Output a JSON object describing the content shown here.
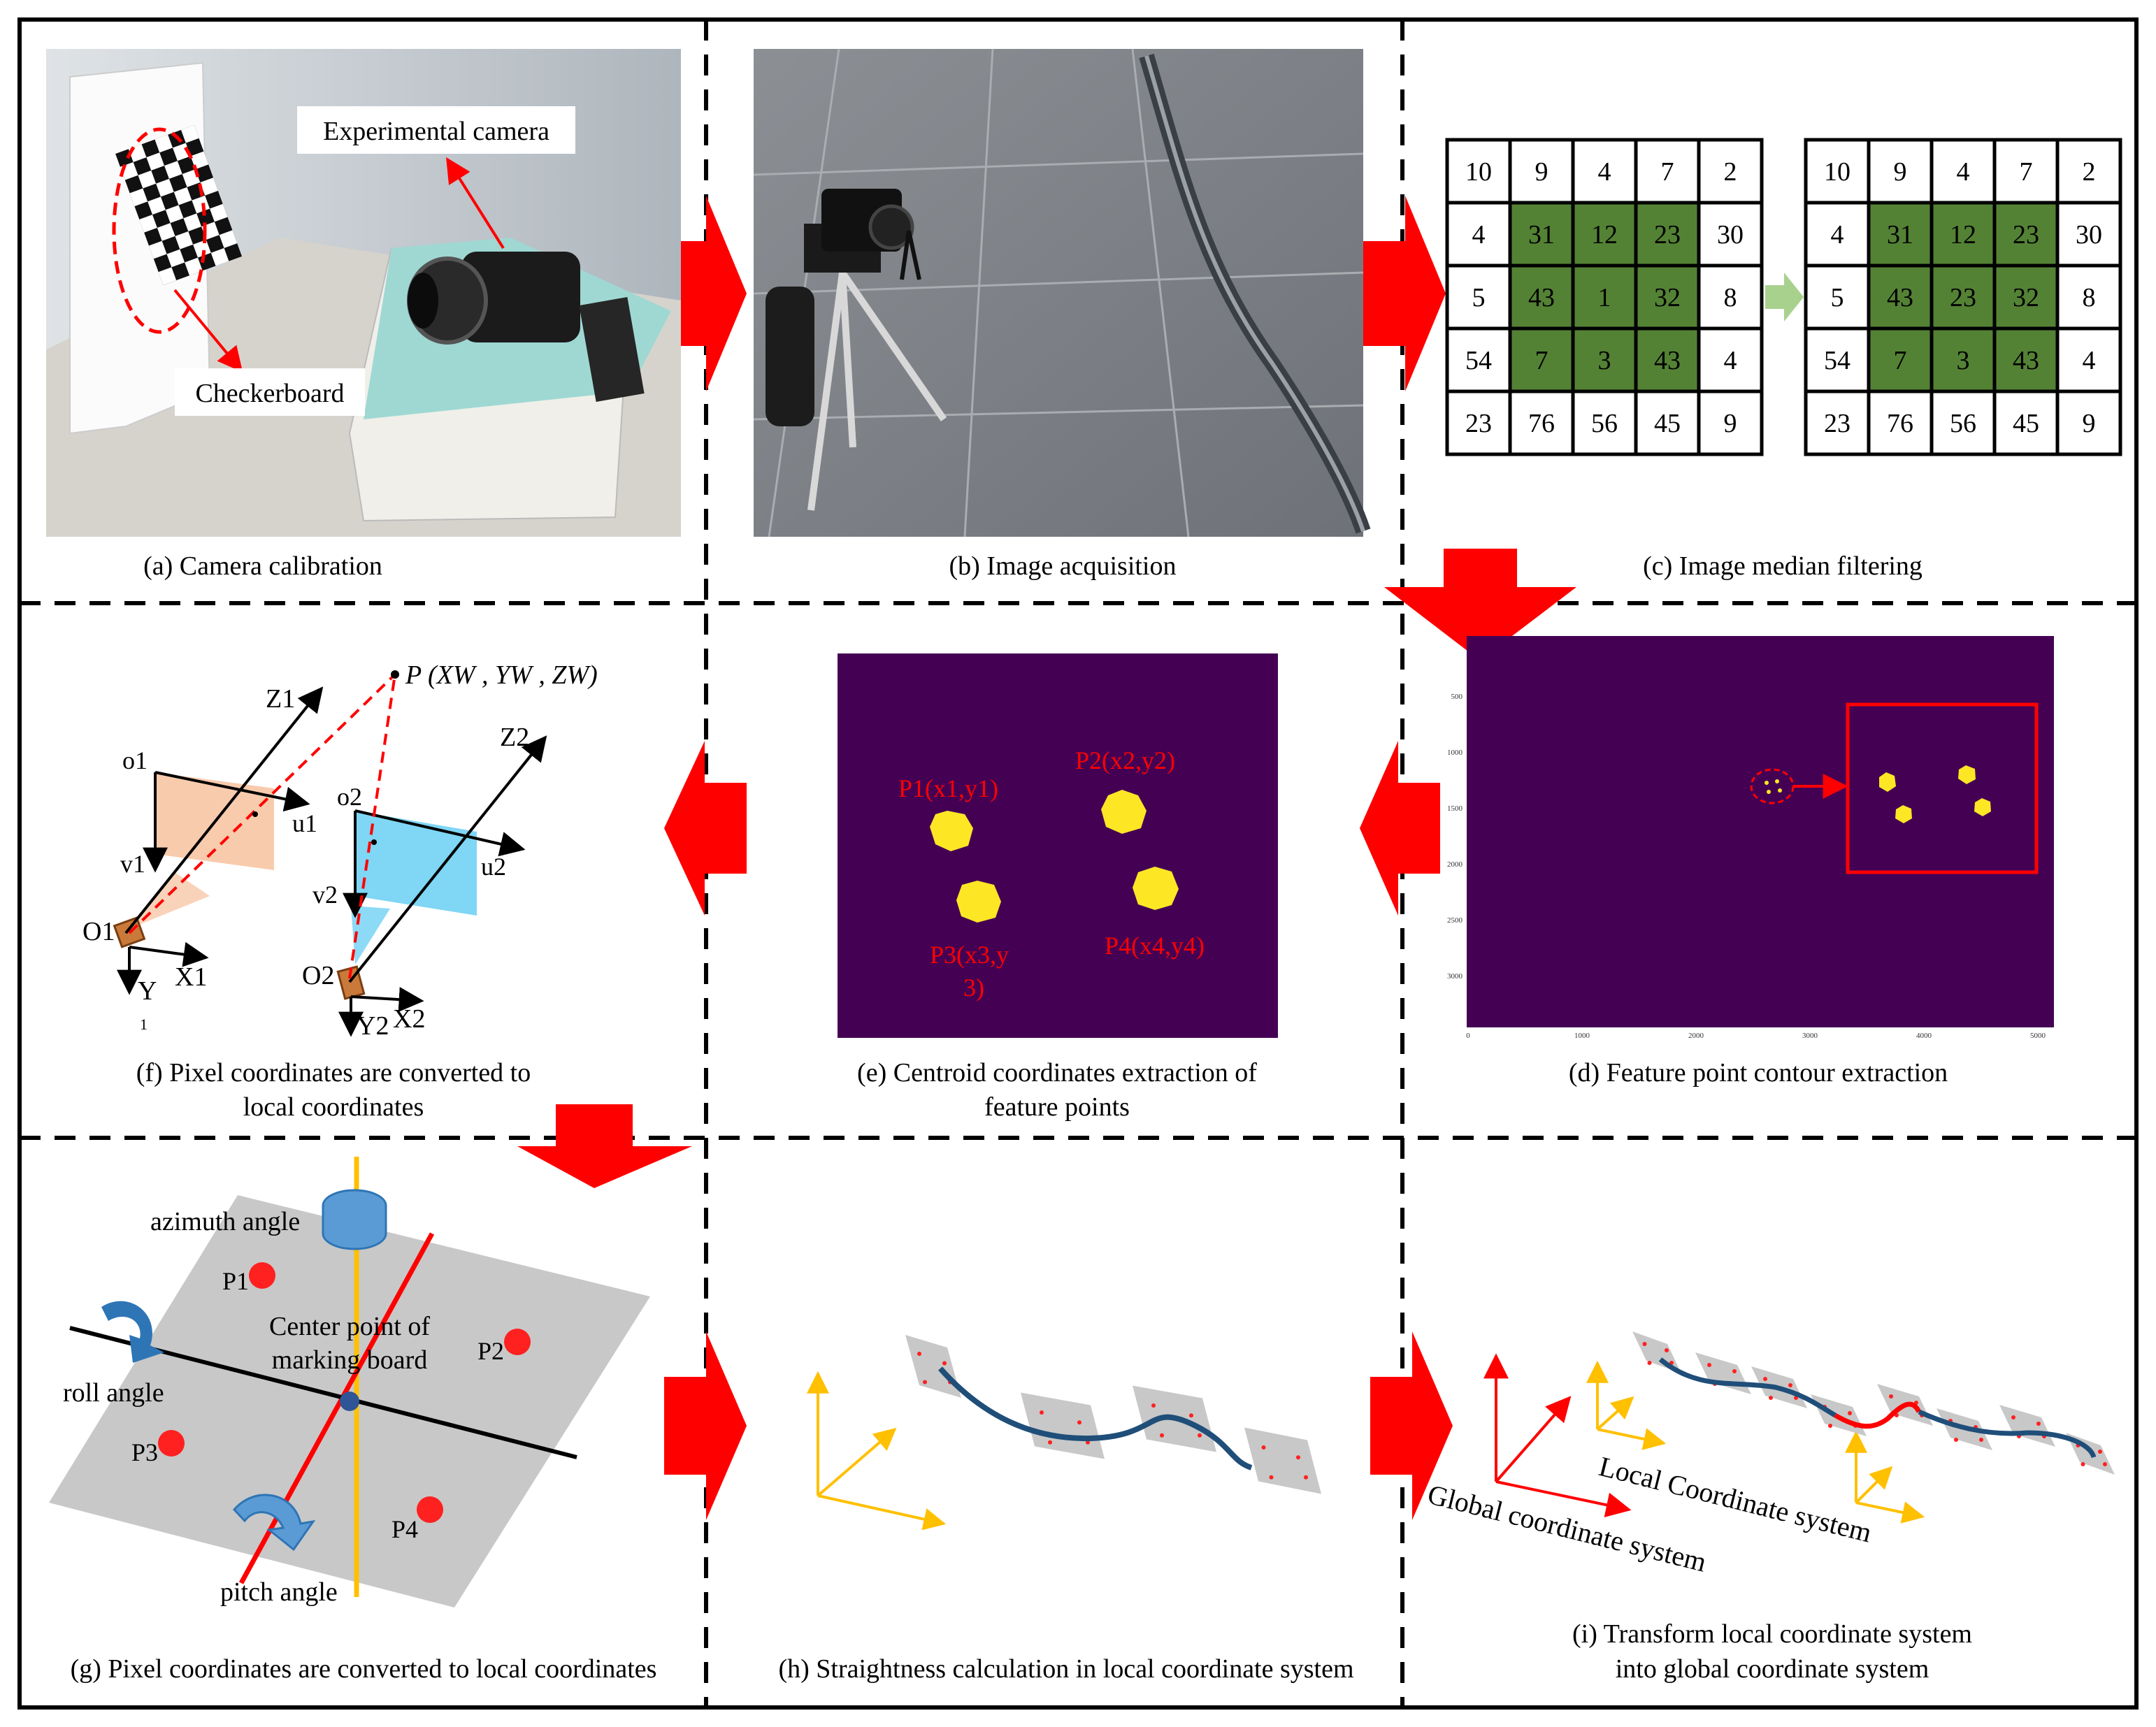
{
  "captions": {
    "a": "(a) Camera calibration",
    "b": "(b) Image acquisition",
    "c": "(c) Image median filtering",
    "d": "(d) Feature point contour extraction",
    "e_line1": "(e) Centroid coordinates extraction of",
    "e_line2": "feature points",
    "f_line1": "(f) Pixel coordinates are converted to",
    "f_line2": "local coordinates",
    "g": "(g) Pixel coordinates are converted to local coordinates",
    "h": "(h) Straightness calculation in local coordinate system",
    "i_line1": "(i) Transform local coordinate system",
    "i_line2": "into global coordinate system"
  },
  "panel_a": {
    "camera_label": "Experimental camera",
    "checkerboard_label": "Checkerboard"
  },
  "panel_c": {
    "before": [
      [
        "10",
        "9",
        "4",
        "7",
        "2"
      ],
      [
        "4",
        "31",
        "12",
        "23",
        "30"
      ],
      [
        "5",
        "43",
        "1",
        "32",
        "8"
      ],
      [
        "54",
        "7",
        "3",
        "43",
        "4"
      ],
      [
        "23",
        "76",
        "56",
        "45",
        "9"
      ]
    ],
    "after": [
      [
        "10",
        "9",
        "4",
        "7",
        "2"
      ],
      [
        "4",
        "31",
        "12",
        "23",
        "30"
      ],
      [
        "5",
        "43",
        "23",
        "32",
        "8"
      ],
      [
        "54",
        "7",
        "3",
        "43",
        "4"
      ],
      [
        "23",
        "76",
        "56",
        "45",
        "9"
      ]
    ]
  },
  "panel_d": {
    "y_ticks": [
      "500",
      "1000",
      "1500",
      "2000",
      "2500",
      "3000"
    ],
    "x_ticks": [
      "0",
      "1000",
      "2000",
      "3000",
      "4000",
      "5000"
    ]
  },
  "panel_e": {
    "p1": "P1(x1,y1)",
    "p2": "P2(x2,y2)",
    "p3a": "P3(x3,y",
    "p3b": "3)",
    "p4": "P4(x4,y4)"
  },
  "panel_f": {
    "point": "P (XW , YW , ZW)",
    "z1": "Z1",
    "z2": "Z2",
    "o1": "o1",
    "o2": "o2",
    "u1": "u1",
    "u2": "u2",
    "v1": "v1",
    "v2": "v2",
    "O1": "O1",
    "O2": "O2",
    "x1": "X1",
    "x2": "X2",
    "y1": "Y",
    "y1sub": "1",
    "y2": "Y2"
  },
  "panel_g": {
    "azimuth": "azimuth angle",
    "roll": "roll angle",
    "pitch": "pitch angle",
    "center_line1": "Center point of",
    "center_line2": "marking board",
    "p1": "P1",
    "p2": "P2",
    "p3": "P3",
    "p4": "P4"
  },
  "panel_i": {
    "local": "Local Coordinate system",
    "global": "Global coordinate system"
  },
  "colors": {
    "arrow_red": "#ff0000",
    "filter_green": "#548235",
    "filter_arrow": "#a9d18e",
    "plot_purple": "#440154",
    "plot_yellow": "#fde725",
    "board_gray": "#c8c8c8",
    "curve_blue": "#1f4e79",
    "axis_yellow": "#ffc000",
    "pink_plane": "#f8cbad",
    "cyan_plane": "#7fd6f5"
  }
}
